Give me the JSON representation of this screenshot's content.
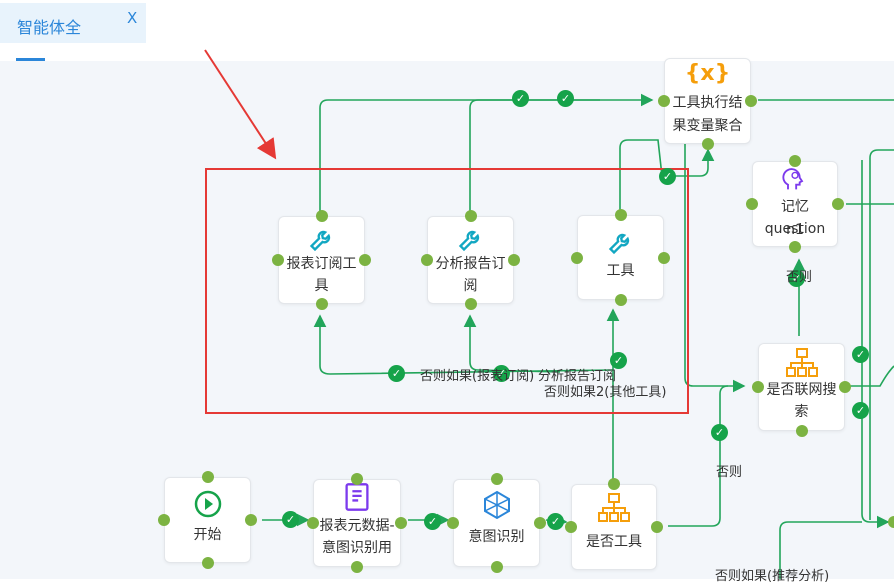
{
  "tab": {
    "title": "智能体全",
    "close_icon": "X"
  },
  "nodes": {
    "report_sub_tool": {
      "label1": "报表订阅工",
      "label2": "具"
    },
    "analysis_report_sub": {
      "label1": "分析报告订",
      "label2": "阅"
    },
    "tool": {
      "label": "工具"
    },
    "tool_result_aggregate": {
      "label1": "工具执行结",
      "label2": "果变量聚合",
      "icon_text": "{x}"
    },
    "memory_question": {
      "label1": "记忆question",
      "label2": "n1"
    },
    "is_web_search": {
      "label1": "是否联网搜",
      "label2": "索"
    },
    "start": {
      "label": "开始"
    },
    "report_meta_intent": {
      "label1": "报表元数据-",
      "label2": "意图识别用"
    },
    "intent_recognition": {
      "label": "意图识别"
    },
    "is_tool": {
      "label": "是否工具"
    }
  },
  "edge_labels": {
    "else_if_1": "否则如果(报表订阅)",
    "else_if_1b": "分析报告订阅",
    "else_if_2": "否则如果2(其他工具)",
    "otherwise_right": "否则",
    "otherwise_memory": "否则",
    "else_if_recommend": "否则如果(推荐分析)"
  },
  "colors": {
    "accent": "#2b86d9",
    "edge": "#22a55a",
    "handle": "#7cb342",
    "highlight": "#e53935",
    "arrow": "#e53935"
  }
}
